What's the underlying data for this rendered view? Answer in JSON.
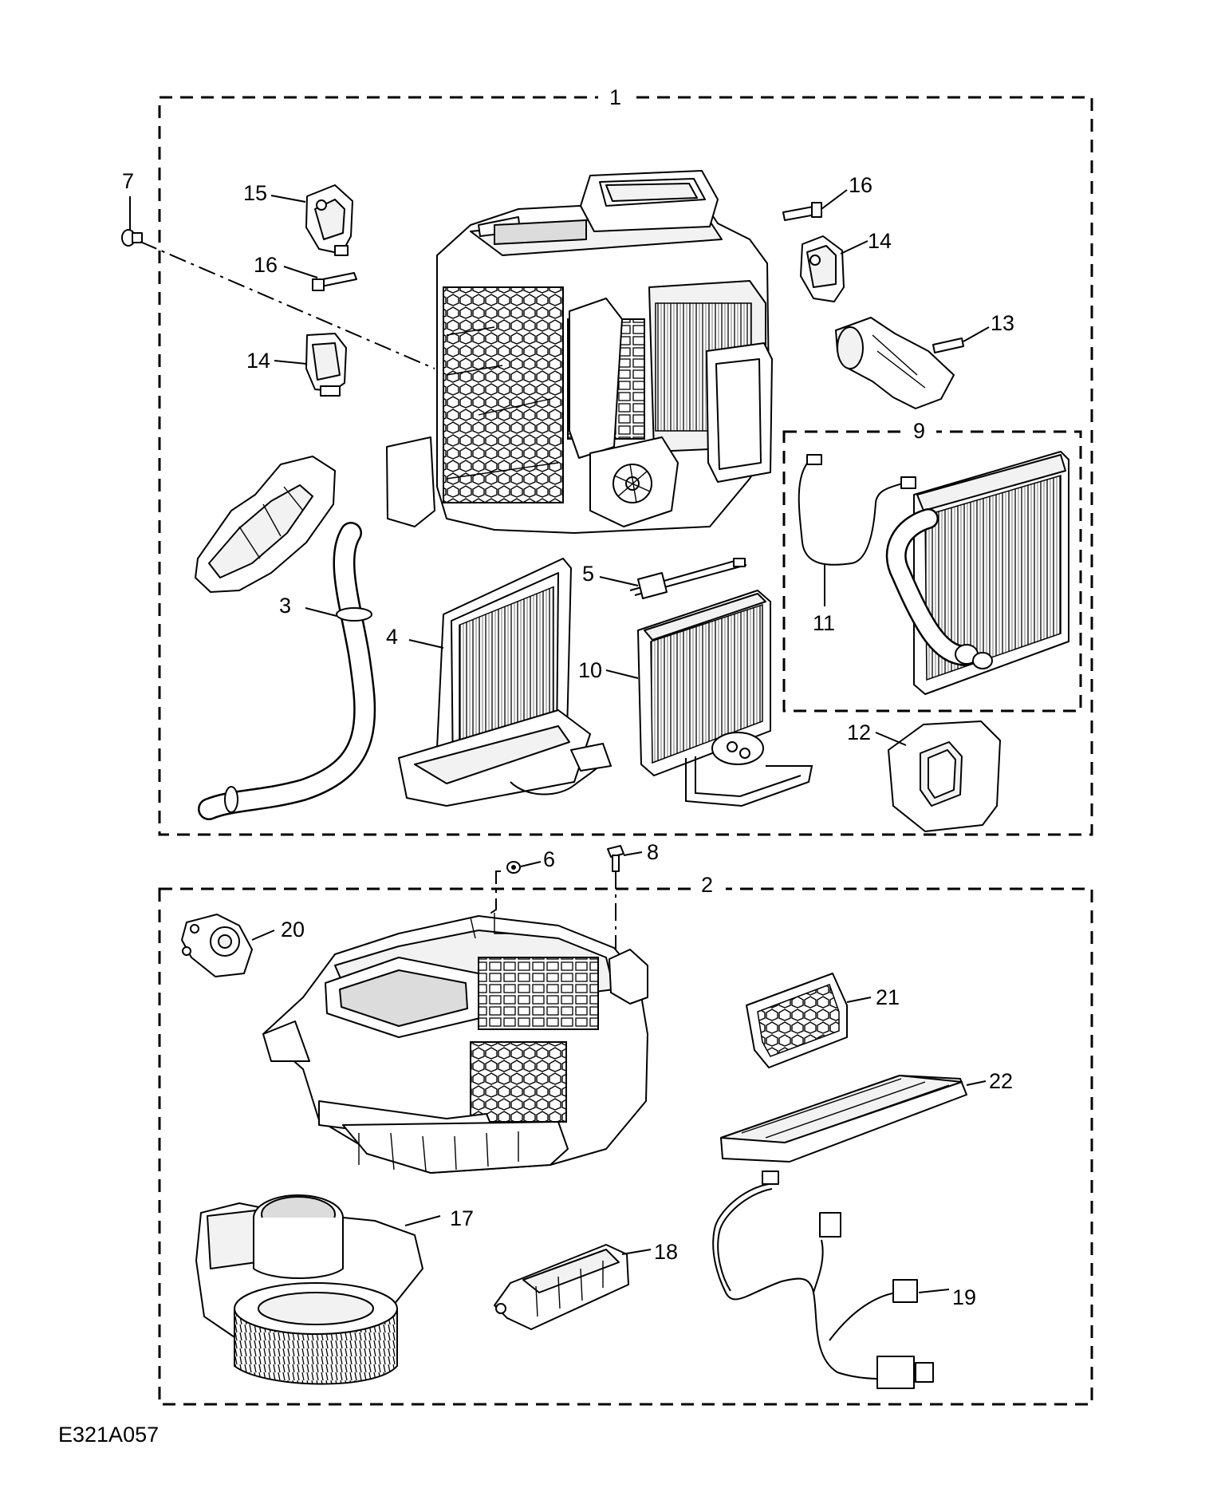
{
  "diagram_id": "E321A057",
  "callouts": {
    "c1": "1",
    "c2": "2",
    "c3": "3",
    "c4": "4",
    "c5": "5",
    "c6": "6",
    "c7": "7",
    "c8": "8",
    "c9": "9",
    "c10": "10",
    "c11": "11",
    "c12": "12",
    "c13": "13",
    "c14a": "14",
    "c14b": "14",
    "c15": "15",
    "c16a": "16",
    "c16b": "16",
    "c17": "17",
    "c18": "18",
    "c19": "19",
    "c20": "20",
    "c21": "21",
    "c22": "22"
  }
}
